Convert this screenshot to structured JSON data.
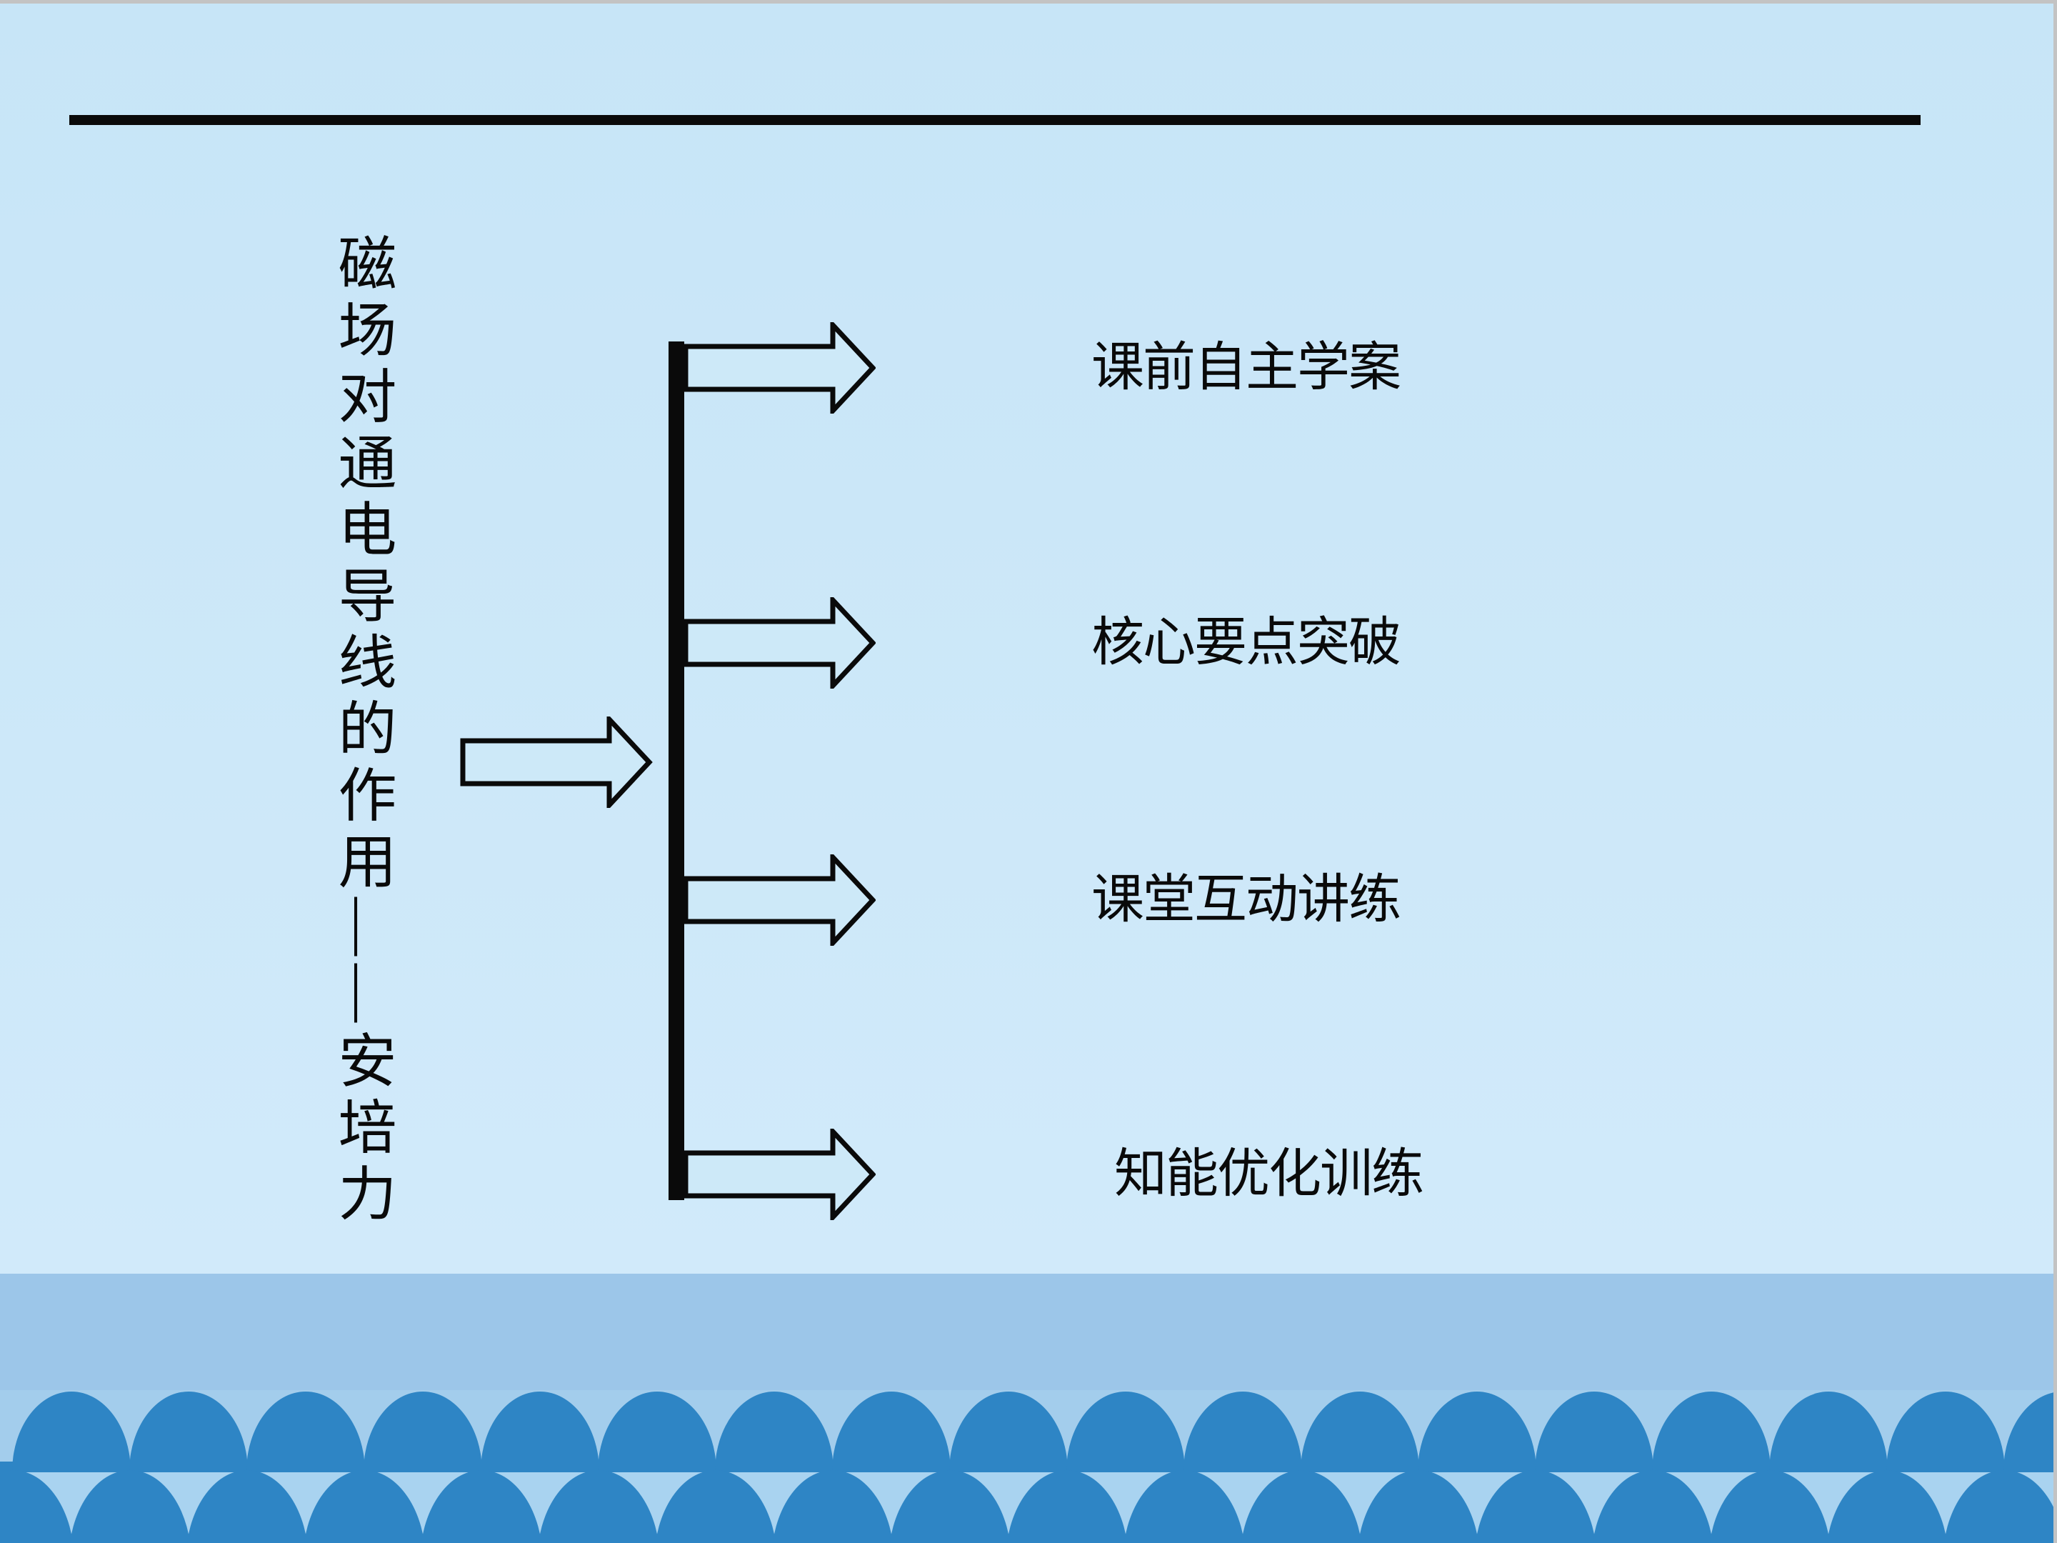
{
  "slide": {
    "title_vertical": "磁场对通电导线的作用——安培力",
    "items": [
      {
        "label": "课前自主学案"
      },
      {
        "label": "核心要点突破"
      },
      {
        "label": "课堂互动讲练"
      },
      {
        "label": "知能优化训练"
      }
    ]
  },
  "theme": {
    "bg-top": "#c7e5f7",
    "bg-bottom": "#d1eafa",
    "arrow-fill": "#cde9f8",
    "ink": "#0a0a0a",
    "band-1": "#9cc6e9",
    "band-2": "#a3cdec",
    "band-3": "#a9d3f0",
    "scallop": "#2e85c5",
    "edge-gray": "#c3c3c3"
  }
}
